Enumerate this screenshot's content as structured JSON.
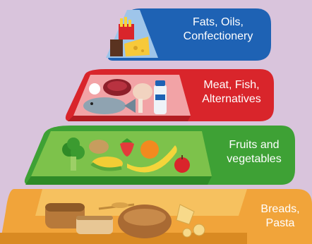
{
  "tiers": [
    {
      "id": "fats",
      "line1": "Fats, Oils,",
      "line2": "Confectionery",
      "color": "#1e62b4"
    },
    {
      "id": "meat",
      "line1": "Meat, Fish,",
      "line2": "Alternatives",
      "color": "#d9252b"
    },
    {
      "id": "fruit",
      "line1": "Fruits and",
      "line2": "vegetables",
      "color": "#3ea135"
    },
    {
      "id": "bread",
      "line1": "Breads,",
      "line2": "Pasta",
      "color": "#f1a43a"
    }
  ],
  "food_icons": {
    "fats": [
      "french-fries-icon",
      "chocolate-bar-icon",
      "cheese-icon"
    ],
    "meat": [
      "steak-icon",
      "egg-icon",
      "fish-icon",
      "chicken-leg-icon",
      "milk-bottle-icon"
    ],
    "fruit": [
      "broccoli-icon",
      "potato-icon",
      "strawberry-icon",
      "orange-icon",
      "corn-icon",
      "banana-icon",
      "apple-icon"
    ],
    "bread": [
      "bread-loaf-icon",
      "wheat-icon",
      "sliced-bread-icon",
      "round-bread-icon",
      "pasta-icon"
    ]
  }
}
